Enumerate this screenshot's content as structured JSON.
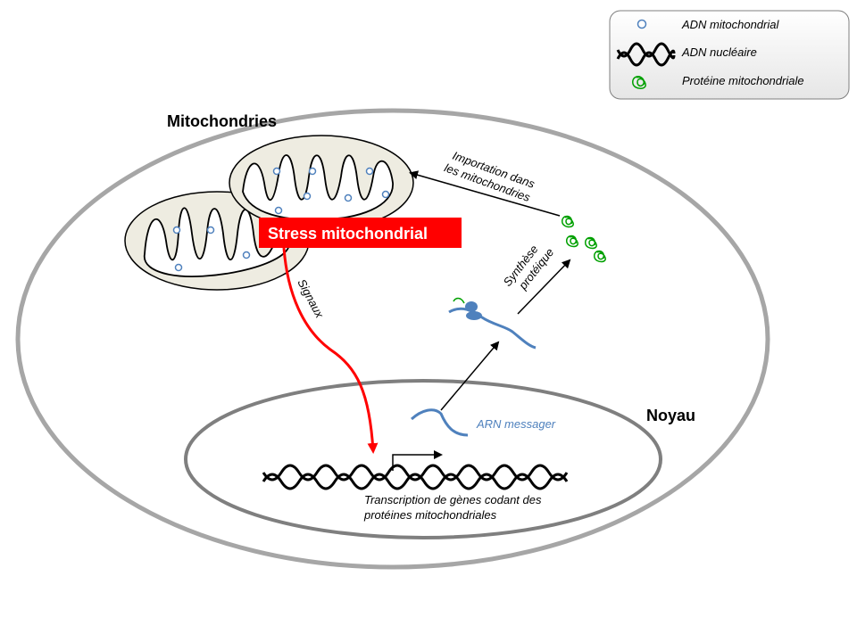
{
  "legend": {
    "mtdna": "ADN mitochondrial",
    "ndna": "ADN nucléaire",
    "protein": "Protéine mitochondriale"
  },
  "labels": {
    "mitochondria": "Mitochondries",
    "nucleus": "Noyau",
    "stress": "Stress mitochondrial",
    "signals": "Signaux",
    "import_line1": "Importation dans",
    "import_line2": "les mitochondries",
    "synthesis_line1": "Synthèse",
    "synthesis_line2": "protéique",
    "mrna": "ARN messager",
    "transcription_line1": "Transcription de gènes codant des",
    "transcription_line2": "protéines mitochondriales"
  },
  "colors": {
    "cell_border": "#a6a6a6",
    "nucleus_border": "#7f7f7f",
    "mitochondria_fill": "#eeece1",
    "mtdna": "#4f81bd",
    "mrna": "#4f81bd",
    "protein": "#00a000",
    "stress": "#ff0000",
    "signal_arrow": "#ff0000"
  }
}
